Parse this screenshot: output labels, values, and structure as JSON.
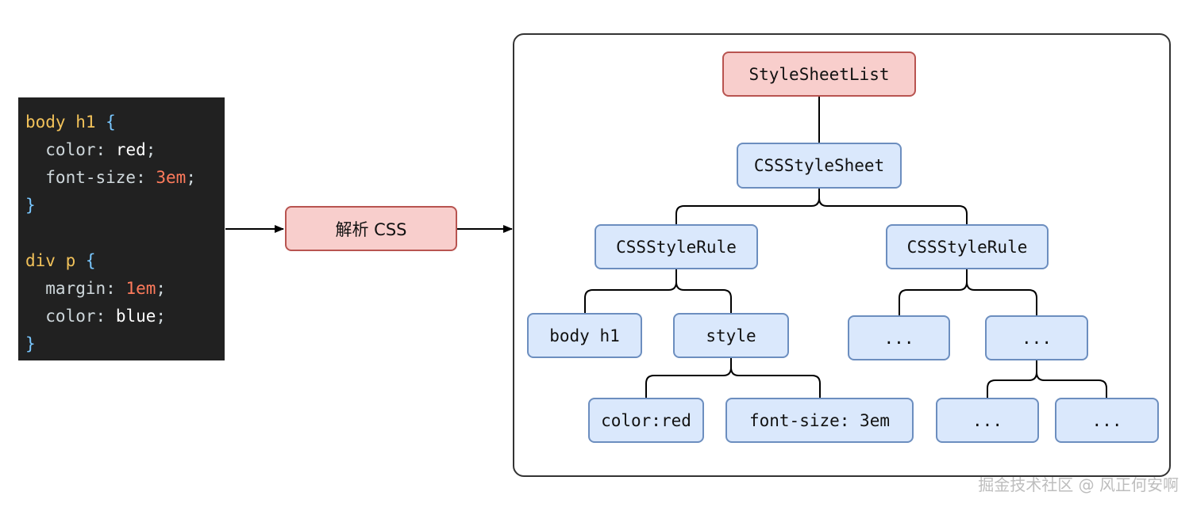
{
  "code": {
    "lines": [
      [
        {
          "t": "body h1 ",
          "c": "sel"
        },
        {
          "t": "{",
          "c": "brace"
        }
      ],
      [
        {
          "t": "  color",
          "c": "prop"
        },
        {
          "t": ": ",
          "c": "punct"
        },
        {
          "t": "red",
          "c": "val"
        },
        {
          "t": ";",
          "c": "punct"
        }
      ],
      [
        {
          "t": "  font-size",
          "c": "prop"
        },
        {
          "t": ": ",
          "c": "punct"
        },
        {
          "t": "3em",
          "c": "num"
        },
        {
          "t": ";",
          "c": "punct"
        }
      ],
      [
        {
          "t": "}",
          "c": "brace"
        }
      ],
      [
        {
          "t": "",
          "c": "punct"
        }
      ],
      [
        {
          "t": "div p ",
          "c": "sel"
        },
        {
          "t": "{",
          "c": "brace"
        }
      ],
      [
        {
          "t": "  margin",
          "c": "prop"
        },
        {
          "t": ": ",
          "c": "punct"
        },
        {
          "t": "1em",
          "c": "num"
        },
        {
          "t": ";",
          "c": "punct"
        }
      ],
      [
        {
          "t": "  color",
          "c": "prop"
        },
        {
          "t": ": ",
          "c": "punct"
        },
        {
          "t": "blue",
          "c": "val"
        },
        {
          "t": ";",
          "c": "punct"
        }
      ],
      [
        {
          "t": "}",
          "c": "brace"
        }
      ]
    ]
  },
  "parse_step": {
    "label": "解析 CSS"
  },
  "tree": {
    "root": "StyleSheetList",
    "sheet": "CSSStyleSheet",
    "rule_left": "CSSStyleRule",
    "rule_right": "CSSStyleRule",
    "selector": "body h1",
    "style": "style",
    "decl_color": "color:red",
    "decl_font_size": "font-size: 3em",
    "ellipsis": "..."
  },
  "colors": {
    "node_fill": "#dae8fc",
    "node_stroke": "#6c8ebf",
    "root_fill": "#f8cecc",
    "root_stroke": "#b85450",
    "code_bg": "#212121"
  },
  "watermark": "掘金技术社区 @ 风正何安啊"
}
